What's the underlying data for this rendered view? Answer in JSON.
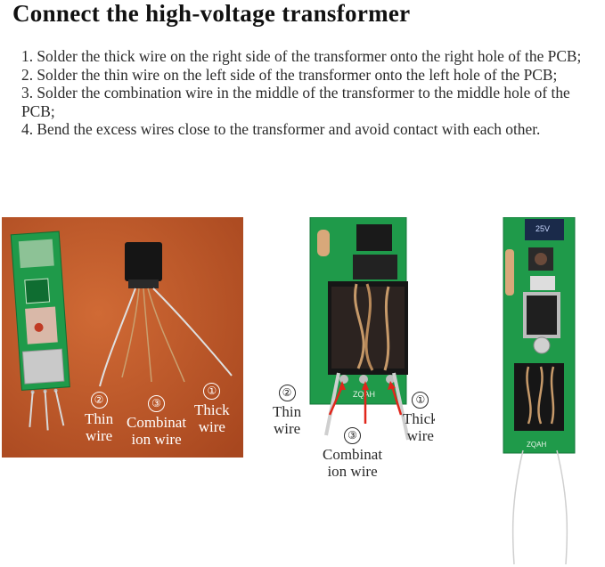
{
  "title": "Connect the high-voltage transformer",
  "steps": [
    "1. Solder the thick wire on the right side of the transformer onto the right hole of the PCB;",
    "2. Solder the thin wire on the left side of the transformer onto the left hole of the PCB;",
    "3. Solder the combination wire in the middle of the transformer to the middle hole of the PCB;",
    "4. Bend the excess wires close to the transformer and avoid contact with each other."
  ],
  "photo1": {
    "badges": [
      "②",
      "③",
      "①"
    ],
    "labels": [
      "Thin\nwire",
      "Combinat\nion wire",
      "Thick\nwire"
    ]
  },
  "photo2": {
    "badges": [
      "②",
      "③",
      "①"
    ],
    "labels": [
      "Thin\nwire",
      "Combinat\nion wire",
      "Thick\nwire"
    ],
    "board_text": "ZQAH"
  },
  "photo3": {
    "board_text": "ZQAH",
    "capacitor_text": "25V"
  },
  "colors": {
    "leather": "#c25a2a",
    "pcb_green": "#1f9a4a",
    "arrow_red": "#e0261b"
  }
}
